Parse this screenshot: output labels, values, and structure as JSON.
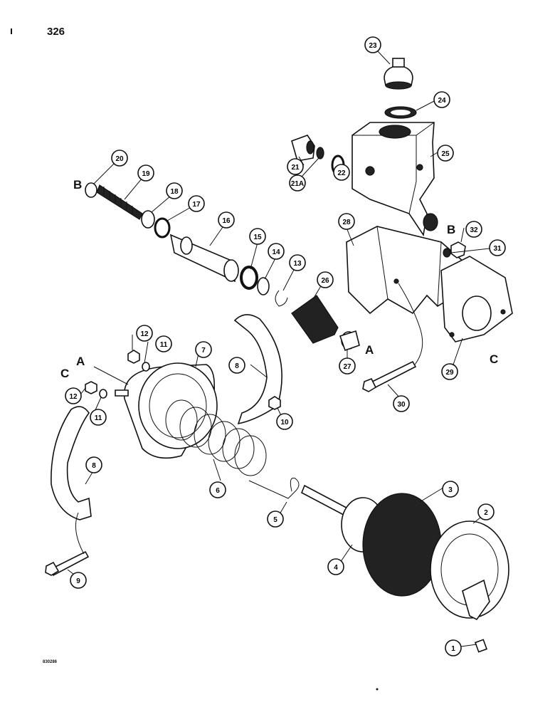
{
  "page_number": "326",
  "reference_code": "830286",
  "callouts": {
    "c1": "1",
    "c2": "2",
    "c3": "3",
    "c4": "4",
    "c5": "5",
    "c6": "6",
    "c7": "7",
    "c8a": "8",
    "c8b": "8",
    "c9": "9",
    "c10": "10",
    "c11a": "11",
    "c11b": "11",
    "c12a": "12",
    "c12b": "12",
    "c13": "13",
    "c14": "14",
    "c15": "15",
    "c16": "16",
    "c17": "17",
    "c18": "18",
    "c19": "19",
    "c20": "20",
    "c21": "21",
    "c21a": "21A",
    "c22": "22",
    "c23": "23",
    "c24": "24",
    "c25": "25",
    "c26": "26",
    "c27": "27",
    "c28": "28",
    "c29": "29",
    "c30": "30",
    "c31": "31",
    "c32": "32"
  },
  "letters": {
    "a1": "A",
    "a2": "A",
    "b1": "B",
    "b2": "B",
    "c1": "C",
    "c2": "C"
  }
}
